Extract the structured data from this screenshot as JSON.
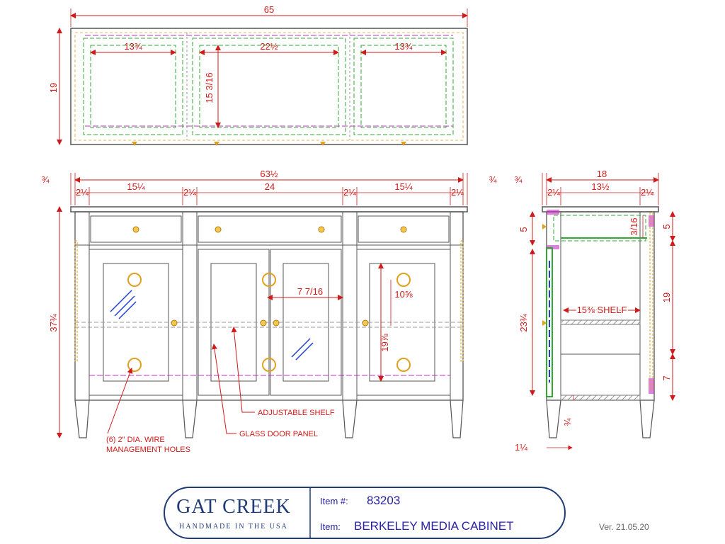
{
  "dimensions": {
    "top_width": "65",
    "top_depth": "19",
    "top_panel_left": "13¾",
    "top_panel_center": "22½",
    "top_panel_right": "13¾",
    "top_panel_height": "15 3/16",
    "front_overhang_left": "¾",
    "front_overhang_right": "¾",
    "front_width": "63½",
    "front_stile_1": "2¼",
    "front_bay_left": "15¼",
    "front_stile_2": "2¼",
    "front_bay_center": "24",
    "front_stile_3": "2¼",
    "front_bay_right": "15¼",
    "front_stile_4": "2¼",
    "front_height": "37¾",
    "door_width": "7 7/16",
    "door_opening_height": "10⅝",
    "door_height": "19⅞",
    "side_overhang": "¾",
    "side_depth": "18",
    "side_stile_front": "2¼",
    "side_inner": "13½",
    "side_stile_back": "2¼",
    "side_drawer_height": "5",
    "side_drawer_height_right": "5",
    "side_drawer_depth": "3/16",
    "side_door_height": "23¾",
    "side_case_height": "19",
    "side_leg_height": "7",
    "side_bottom": "¾",
    "side_leg_setback": "1¼",
    "shelf_label": "15⅜ SHELF"
  },
  "notes": {
    "wire_holes_line1": "(6) 2\" DIA. WIRE",
    "wire_holes_line2": "MANAGEMENT HOLES",
    "glass_panel": "GLASS DOOR PANEL",
    "adjustable_shelf": "ADJUSTABLE SHELF"
  },
  "title_block": {
    "brand": "GAT CREEK",
    "tagline": "HANDMADE IN THE USA",
    "item_number_label": "Item #:",
    "item_number": "83203",
    "item_label": "Item:",
    "item_name": "BERKELEY MEDIA CABINET"
  },
  "version": "Ver. 21.05.20",
  "colors": {
    "dimension": "#d11a1a",
    "outline": "#555555",
    "hidden_green": "#2faa2f",
    "hidden_magenta": "#c42fc4",
    "hardware": "#e0a020",
    "glass": "#2040d0",
    "brand": "#1f3b78",
    "title_text": "#2a22a8"
  }
}
